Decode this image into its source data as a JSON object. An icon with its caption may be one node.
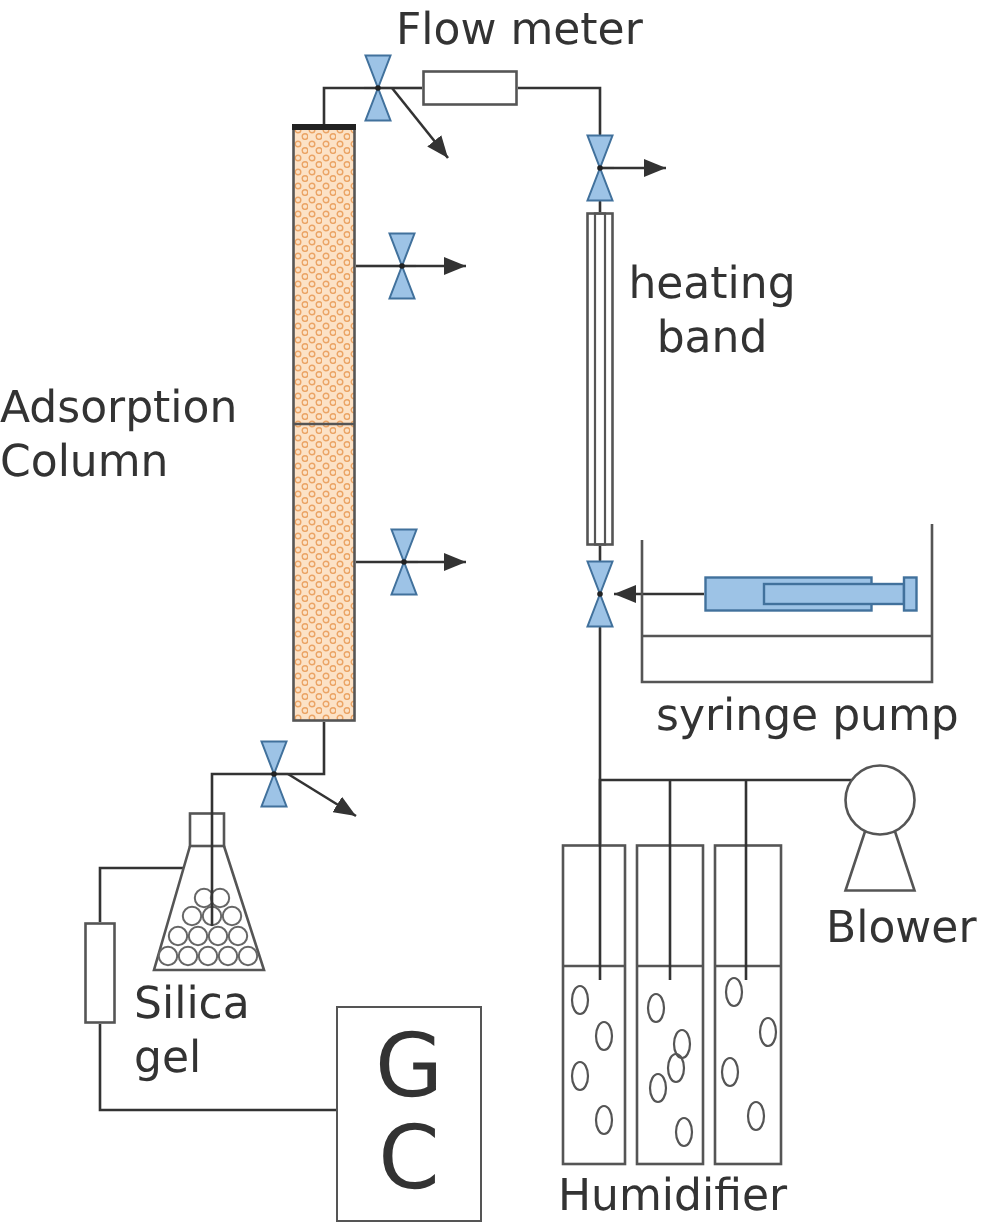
{
  "diagram": {
    "nodes": [
      {
        "text": [
          "Flow meter"
        ]
      },
      {
        "text": [
          "Adsorption Column"
        ]
      },
      {
        "text": [
          "heating band"
        ]
      },
      {
        "text": [
          "syringe pump"
        ]
      },
      {
        "text": [],
        "shape": "syringe",
        "in": 3
      },
      {
        "text": [
          "Blower"
        ]
      },
      {
        "text": [
          "Silica gel"
        ]
      },
      {
        "text": [
          "G C"
        ]
      },
      {
        "text": [
          "Humidifier"
        ]
      },
      {
        "text": [],
        "shape": "valve"
      },
      {
        "text": [],
        "shape": "valve"
      },
      {
        "text": [],
        "shape": "valve"
      },
      {
        "text": [],
        "shape": "valve"
      },
      {
        "text": [],
        "shape": "valve"
      },
      {
        "text": [],
        "shape": "valve"
      },
      {
        "text": [],
        "shape": "box"
      }
    ],
    "edges": [
      {
        "from": 5,
        "to": 8,
        "arrow": "none"
      },
      {
        "from": 8,
        "to": 13,
        "arrow": "none"
      },
      {
        "from": 4,
        "to": 13,
        "arrow": "to"
      },
      {
        "from": 13,
        "to": 2,
        "arrow": "none"
      },
      {
        "from": 2,
        "to": 10,
        "arrow": "none"
      },
      {
        "from": 10,
        "to": null,
        "arrow": "to"
      },
      {
        "from": 10,
        "to": 0,
        "arrow": "none"
      },
      {
        "from": 0,
        "to": 9,
        "arrow": "none"
      },
      {
        "from": 9,
        "to": null,
        "arrow": "to"
      },
      {
        "from": 9,
        "to": 1,
        "arrow": "none"
      },
      {
        "from": 1,
        "to": 11,
        "arrow": "none"
      },
      {
        "from": 11,
        "to": null,
        "arrow": "to"
      },
      {
        "from": 1,
        "to": 12,
        "arrow": "none"
      },
      {
        "from": 12,
        "to": null,
        "arrow": "to"
      },
      {
        "from": 1,
        "to": 14,
        "arrow": "none"
      },
      {
        "from": 14,
        "to": null,
        "arrow": "to"
      },
      {
        "from": 14,
        "to": 6,
        "arrow": "none"
      },
      {
        "from": 6,
        "to": 15,
        "arrow": "none"
      },
      {
        "from": 15,
        "to": 7,
        "arrow": "none"
      }
    ]
  }
}
